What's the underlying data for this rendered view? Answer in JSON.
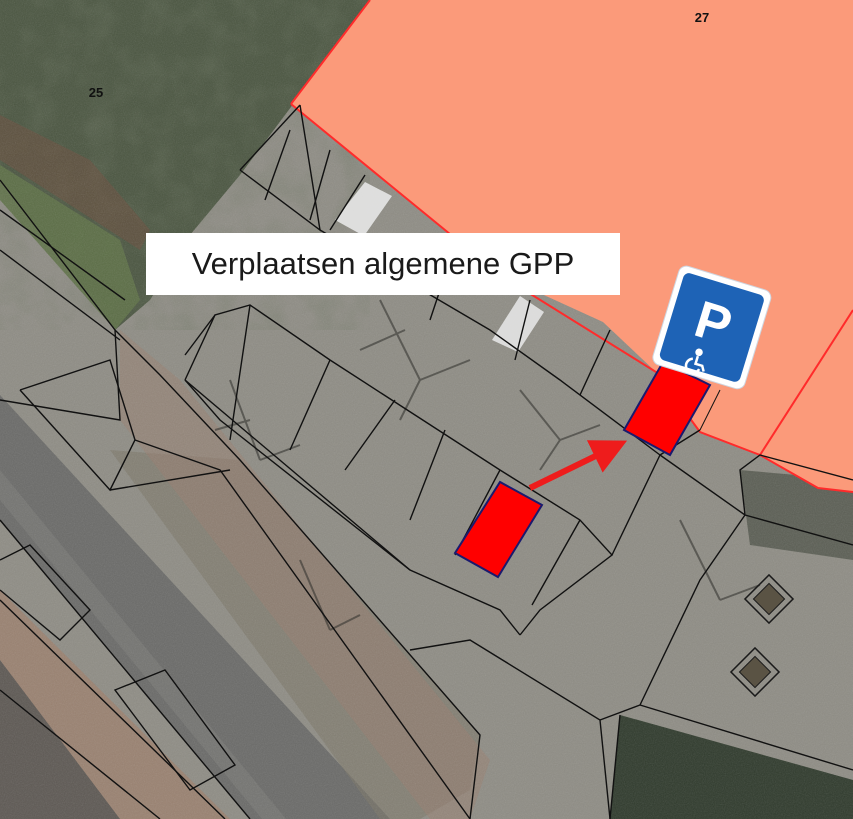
{
  "map": {
    "caption": "Verplaatsen algemene GPP",
    "plot_labels": {
      "left": "25",
      "right": "27"
    },
    "sign": {
      "letter": "P",
      "icon": "wheelchair-icon",
      "color": "#1e63b6"
    },
    "colors": {
      "building": "#fb9a7a",
      "building_outline": "#ff2b2b",
      "parking_spot": "#ff0000",
      "spot_outline": "#1a1a6e",
      "arrow": "#ee1c1c",
      "pavement": "#8c8a82",
      "road": "#6b6b69",
      "greenery": "#3d4a33"
    }
  }
}
